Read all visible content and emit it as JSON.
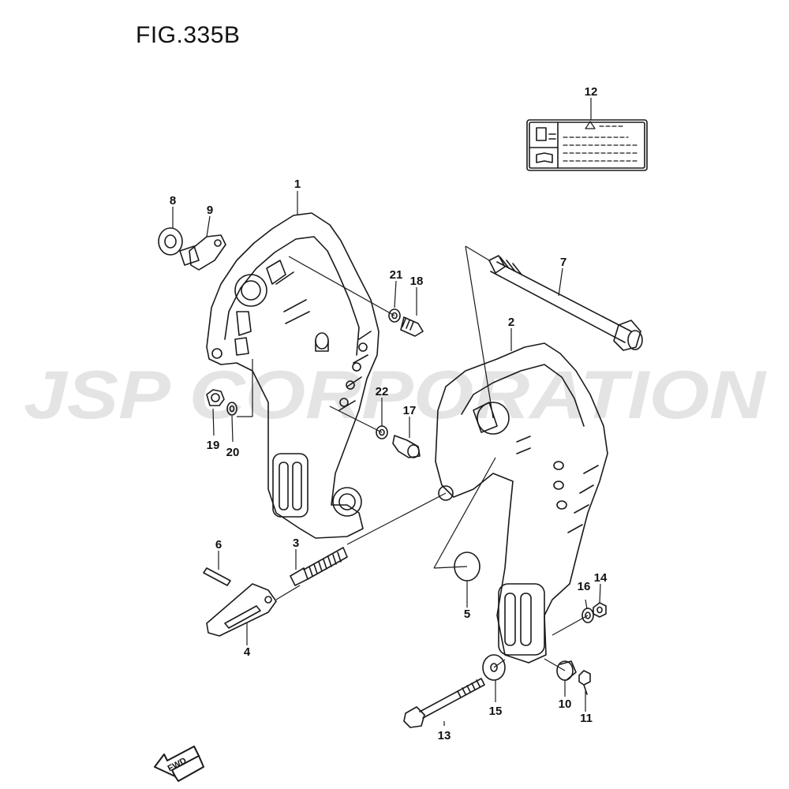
{
  "figure": {
    "title": "FIG.335B"
  },
  "watermark": {
    "text": "JSP CORPORATION"
  },
  "callouts": [
    {
      "id": "c1",
      "label": "1"
    },
    {
      "id": "c2",
      "label": "2"
    },
    {
      "id": "c3",
      "label": "3"
    },
    {
      "id": "c4",
      "label": "4"
    },
    {
      "id": "c5",
      "label": "5"
    },
    {
      "id": "c6",
      "label": "6"
    },
    {
      "id": "c7",
      "label": "7"
    },
    {
      "id": "c8",
      "label": "8"
    },
    {
      "id": "c9",
      "label": "9"
    },
    {
      "id": "c10",
      "label": "10"
    },
    {
      "id": "c11",
      "label": "11"
    },
    {
      "id": "c12",
      "label": "12"
    },
    {
      "id": "c13",
      "label": "13"
    },
    {
      "id": "c14",
      "label": "14"
    },
    {
      "id": "c15",
      "label": "15"
    },
    {
      "id": "c16",
      "label": "16"
    },
    {
      "id": "c17",
      "label": "17"
    },
    {
      "id": "c18",
      "label": "18"
    },
    {
      "id": "c19",
      "label": "19"
    },
    {
      "id": "c20",
      "label": "20"
    },
    {
      "id": "c21",
      "label": "21"
    },
    {
      "id": "c22",
      "label": "22"
    }
  ],
  "fwd_arrow": {
    "label": "FWD"
  },
  "colors": {
    "line": "#1a1a1a",
    "watermark": "#d9d9d9"
  }
}
